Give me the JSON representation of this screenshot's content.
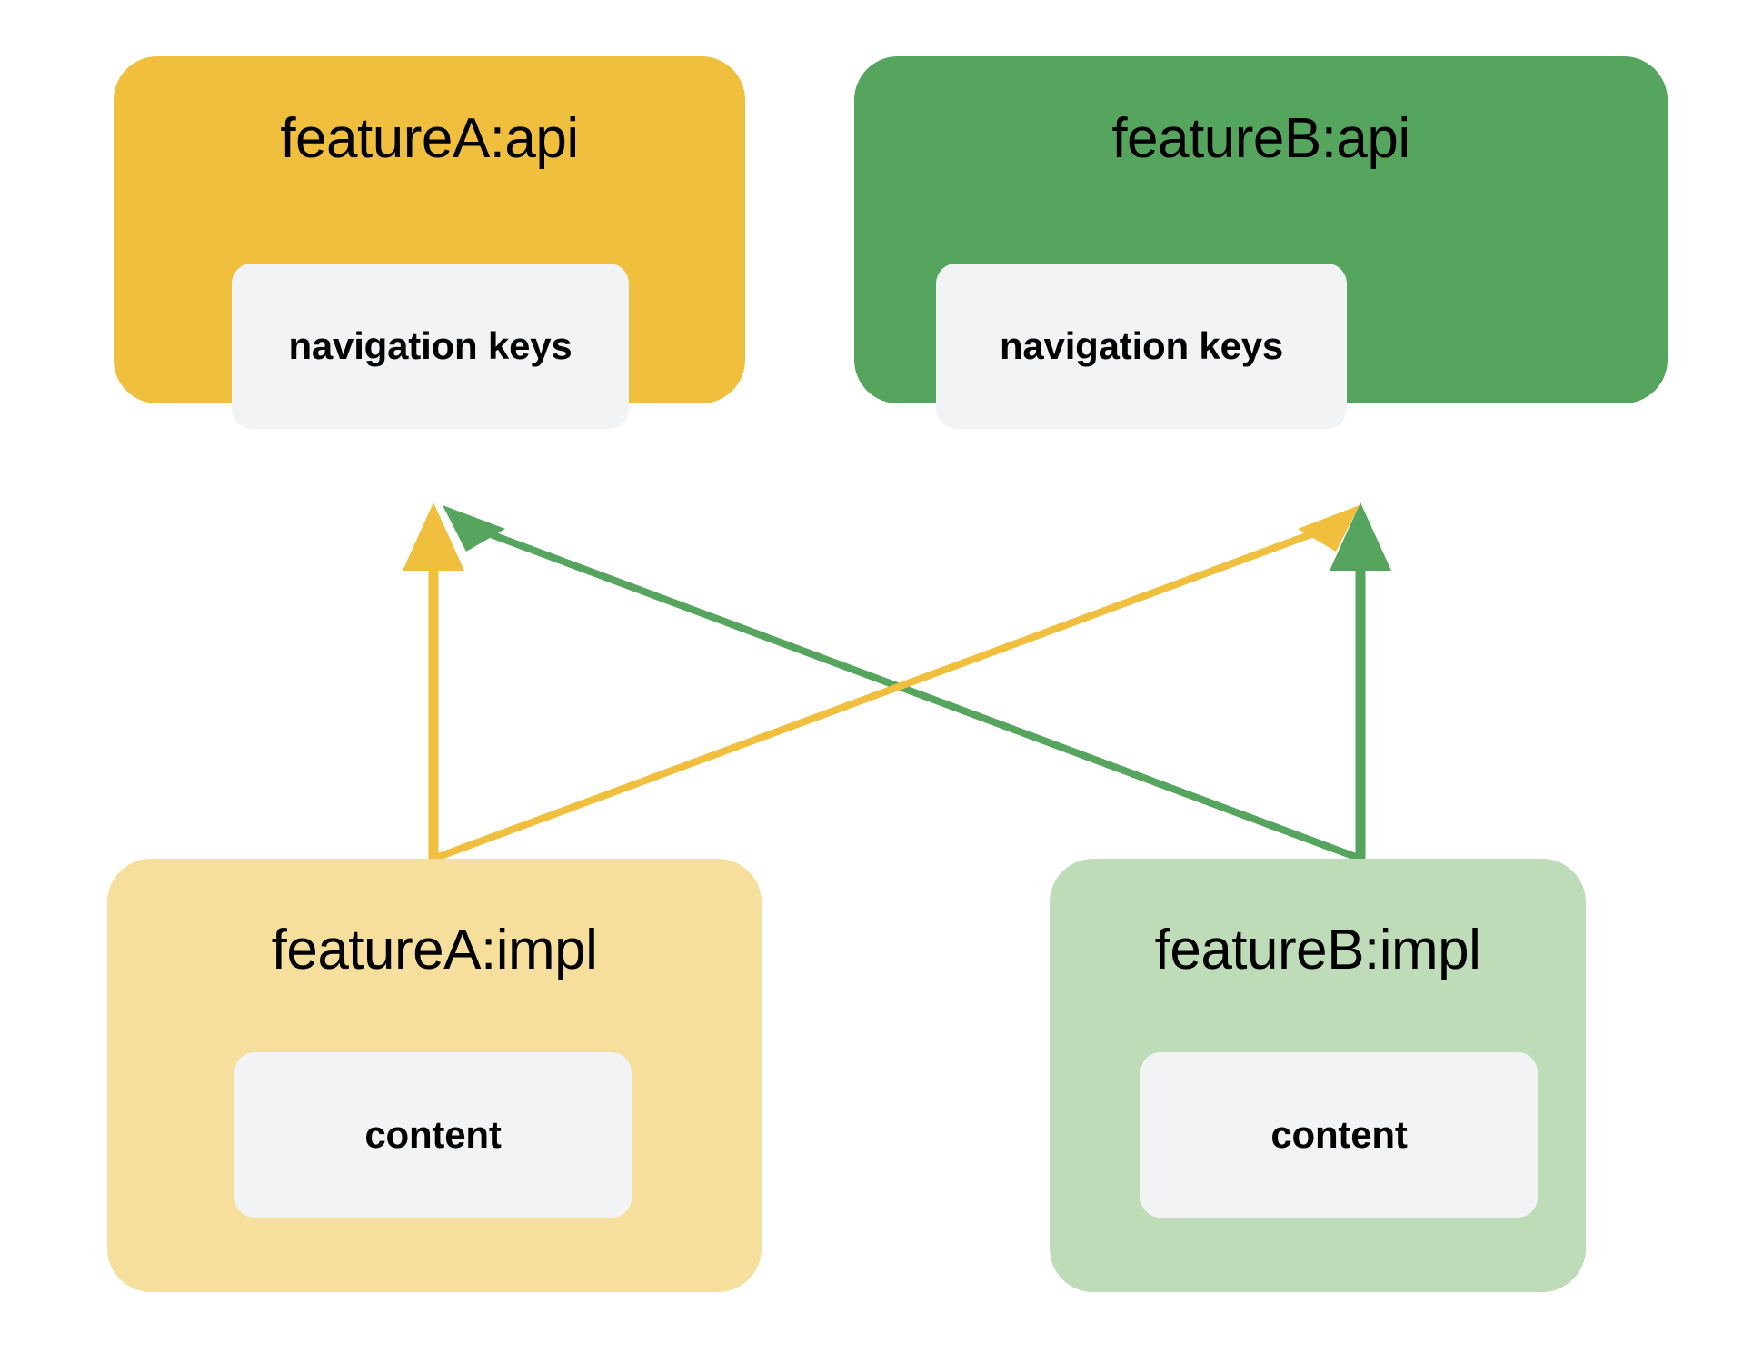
{
  "diagram": {
    "title_text_present": false,
    "background": "#FFFFFF",
    "modules": [
      {
        "id": "featureA-api",
        "label": "featureA:api",
        "inner_label": "navigation keys",
        "fill": "#EFBF3D",
        "inner_fill": "#F1F3F4",
        "position": "top-left"
      },
      {
        "id": "featureB-api",
        "label": "featureB:api",
        "inner_label": "navigation keys",
        "fill": "#55A55E",
        "inner_fill": "#F1F3F4",
        "position": "top-right"
      },
      {
        "id": "featureA-impl",
        "label": "featureA:impl",
        "inner_label": "content",
        "fill": "#F6DE9C",
        "inner_fill": "#F1F3F4",
        "position": "bottom-left"
      },
      {
        "id": "featureB-impl",
        "label": "featureB:impl",
        "inner_label": "content",
        "fill": "#BEDCB7",
        "inner_fill": "#F1F3F4",
        "position": "bottom-right"
      }
    ],
    "edges": [
      {
        "id": "edge-a-impl-to-a-api",
        "from": "featureA-impl",
        "to": "featureA-api",
        "color": "#EFBF3D",
        "style": "straight-vertical-arrow"
      },
      {
        "id": "edge-a-impl-to-b-api",
        "from": "featureA-impl",
        "to": "featureB-api",
        "color": "#EFBF3D",
        "style": "diagonal-arrow"
      },
      {
        "id": "edge-b-impl-to-b-api",
        "from": "featureB-impl",
        "to": "featureB-api",
        "color": "#55A55E",
        "style": "straight-vertical-arrow"
      },
      {
        "id": "edge-b-impl-to-a-api",
        "from": "featureB-impl",
        "to": "featureA-api",
        "color": "#55A55E",
        "style": "diagonal-arrow"
      }
    ],
    "colors": {
      "yellow_strong": "#EFBF3D",
      "yellow_light": "#F6DE9C",
      "green_strong": "#55A55E",
      "green_light": "#BEDCB7",
      "card_gray": "#F1F3F4",
      "text": "#000000"
    }
  }
}
